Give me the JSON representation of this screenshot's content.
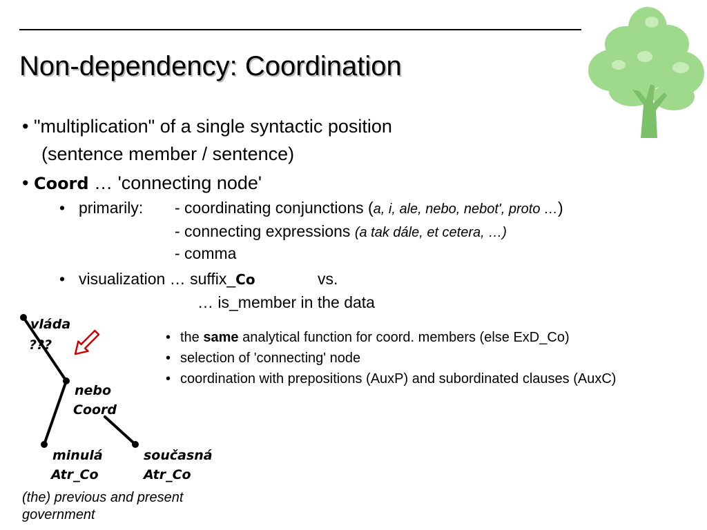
{
  "slide": {
    "title": "Non-dependency: Coordination",
    "bullet1_line1": "\"multiplication\" of a single syntactic position",
    "bullet1_line2": "(sentence member / sentence)",
    "bullet2_term": "Coord",
    "bullet2_rest": " … 'connecting node'",
    "primarily_label": "primarily:",
    "primarily_item1_text": "- coordinating conjunctions ",
    "primarily_item1_paren_open": "(",
    "primarily_item1_examples": "a, i, ale, nebo, nebot', proto …",
    "primarily_item1_paren_close": ")",
    "primarily_item2_text": "- connecting expressions ",
    "primarily_item2_examples": "(a tak dále, et cetera, …)",
    "primarily_item3_text": "- comma",
    "visualization_label": "visualization",
    "visualization_mid": " … suffix_",
    "visualization_suffix": "Co",
    "visualization_vs": "vs.",
    "visualization_line2": "… is_member in the data"
  },
  "notes": {
    "item1_pre": "the ",
    "item1_bold": "same",
    "item1_post": " analytical function for coord. members (else ExD_Co)",
    "item2": "selection of 'connecting' node",
    "item3": "coordination with prepositions (AuxP) and subordinated clauses (AuxC)"
  },
  "diagram": {
    "root_word": "vláda",
    "root_func": "???",
    "coord_word": "nebo",
    "coord_func": "Coord",
    "left_word": "minulá",
    "left_func": "Atr_Co",
    "right_word": "současná",
    "right_func": "Atr_Co",
    "caption_line1": "(the) previous and present",
    "caption_line2": "government"
  },
  "colors": {
    "arrow": "#cc0000",
    "tree_foliage": "#9fd98c",
    "tree_trunk": "#7cc06a",
    "title_shadow": "#b9b9b9"
  },
  "icons": {
    "arrow": "hollow-arrow-icon",
    "tree": "tree-icon"
  }
}
